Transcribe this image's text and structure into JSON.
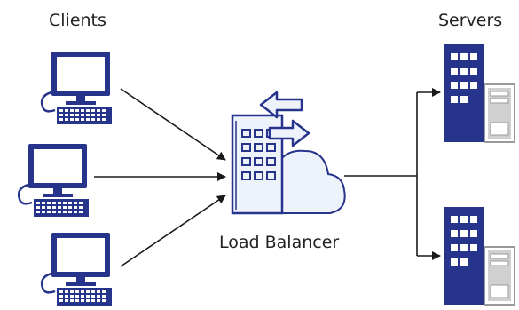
{
  "labels": {
    "clients": "Clients",
    "servers": "Servers",
    "load_balancer": "Load Balancer"
  },
  "colors": {
    "primary_blue": "#27348B",
    "light_blue_fill": "#EEF2FB",
    "arrow": "#1a1a1a",
    "server_grey": "#9a9a9a",
    "text": "#222222"
  },
  "icons": [
    "desktop-computer-icon",
    "keyboard-icon",
    "load-balancer-building-icon",
    "cloud-icon",
    "swap-arrows-icon",
    "server-building-icon",
    "server-tower-icon"
  ]
}
